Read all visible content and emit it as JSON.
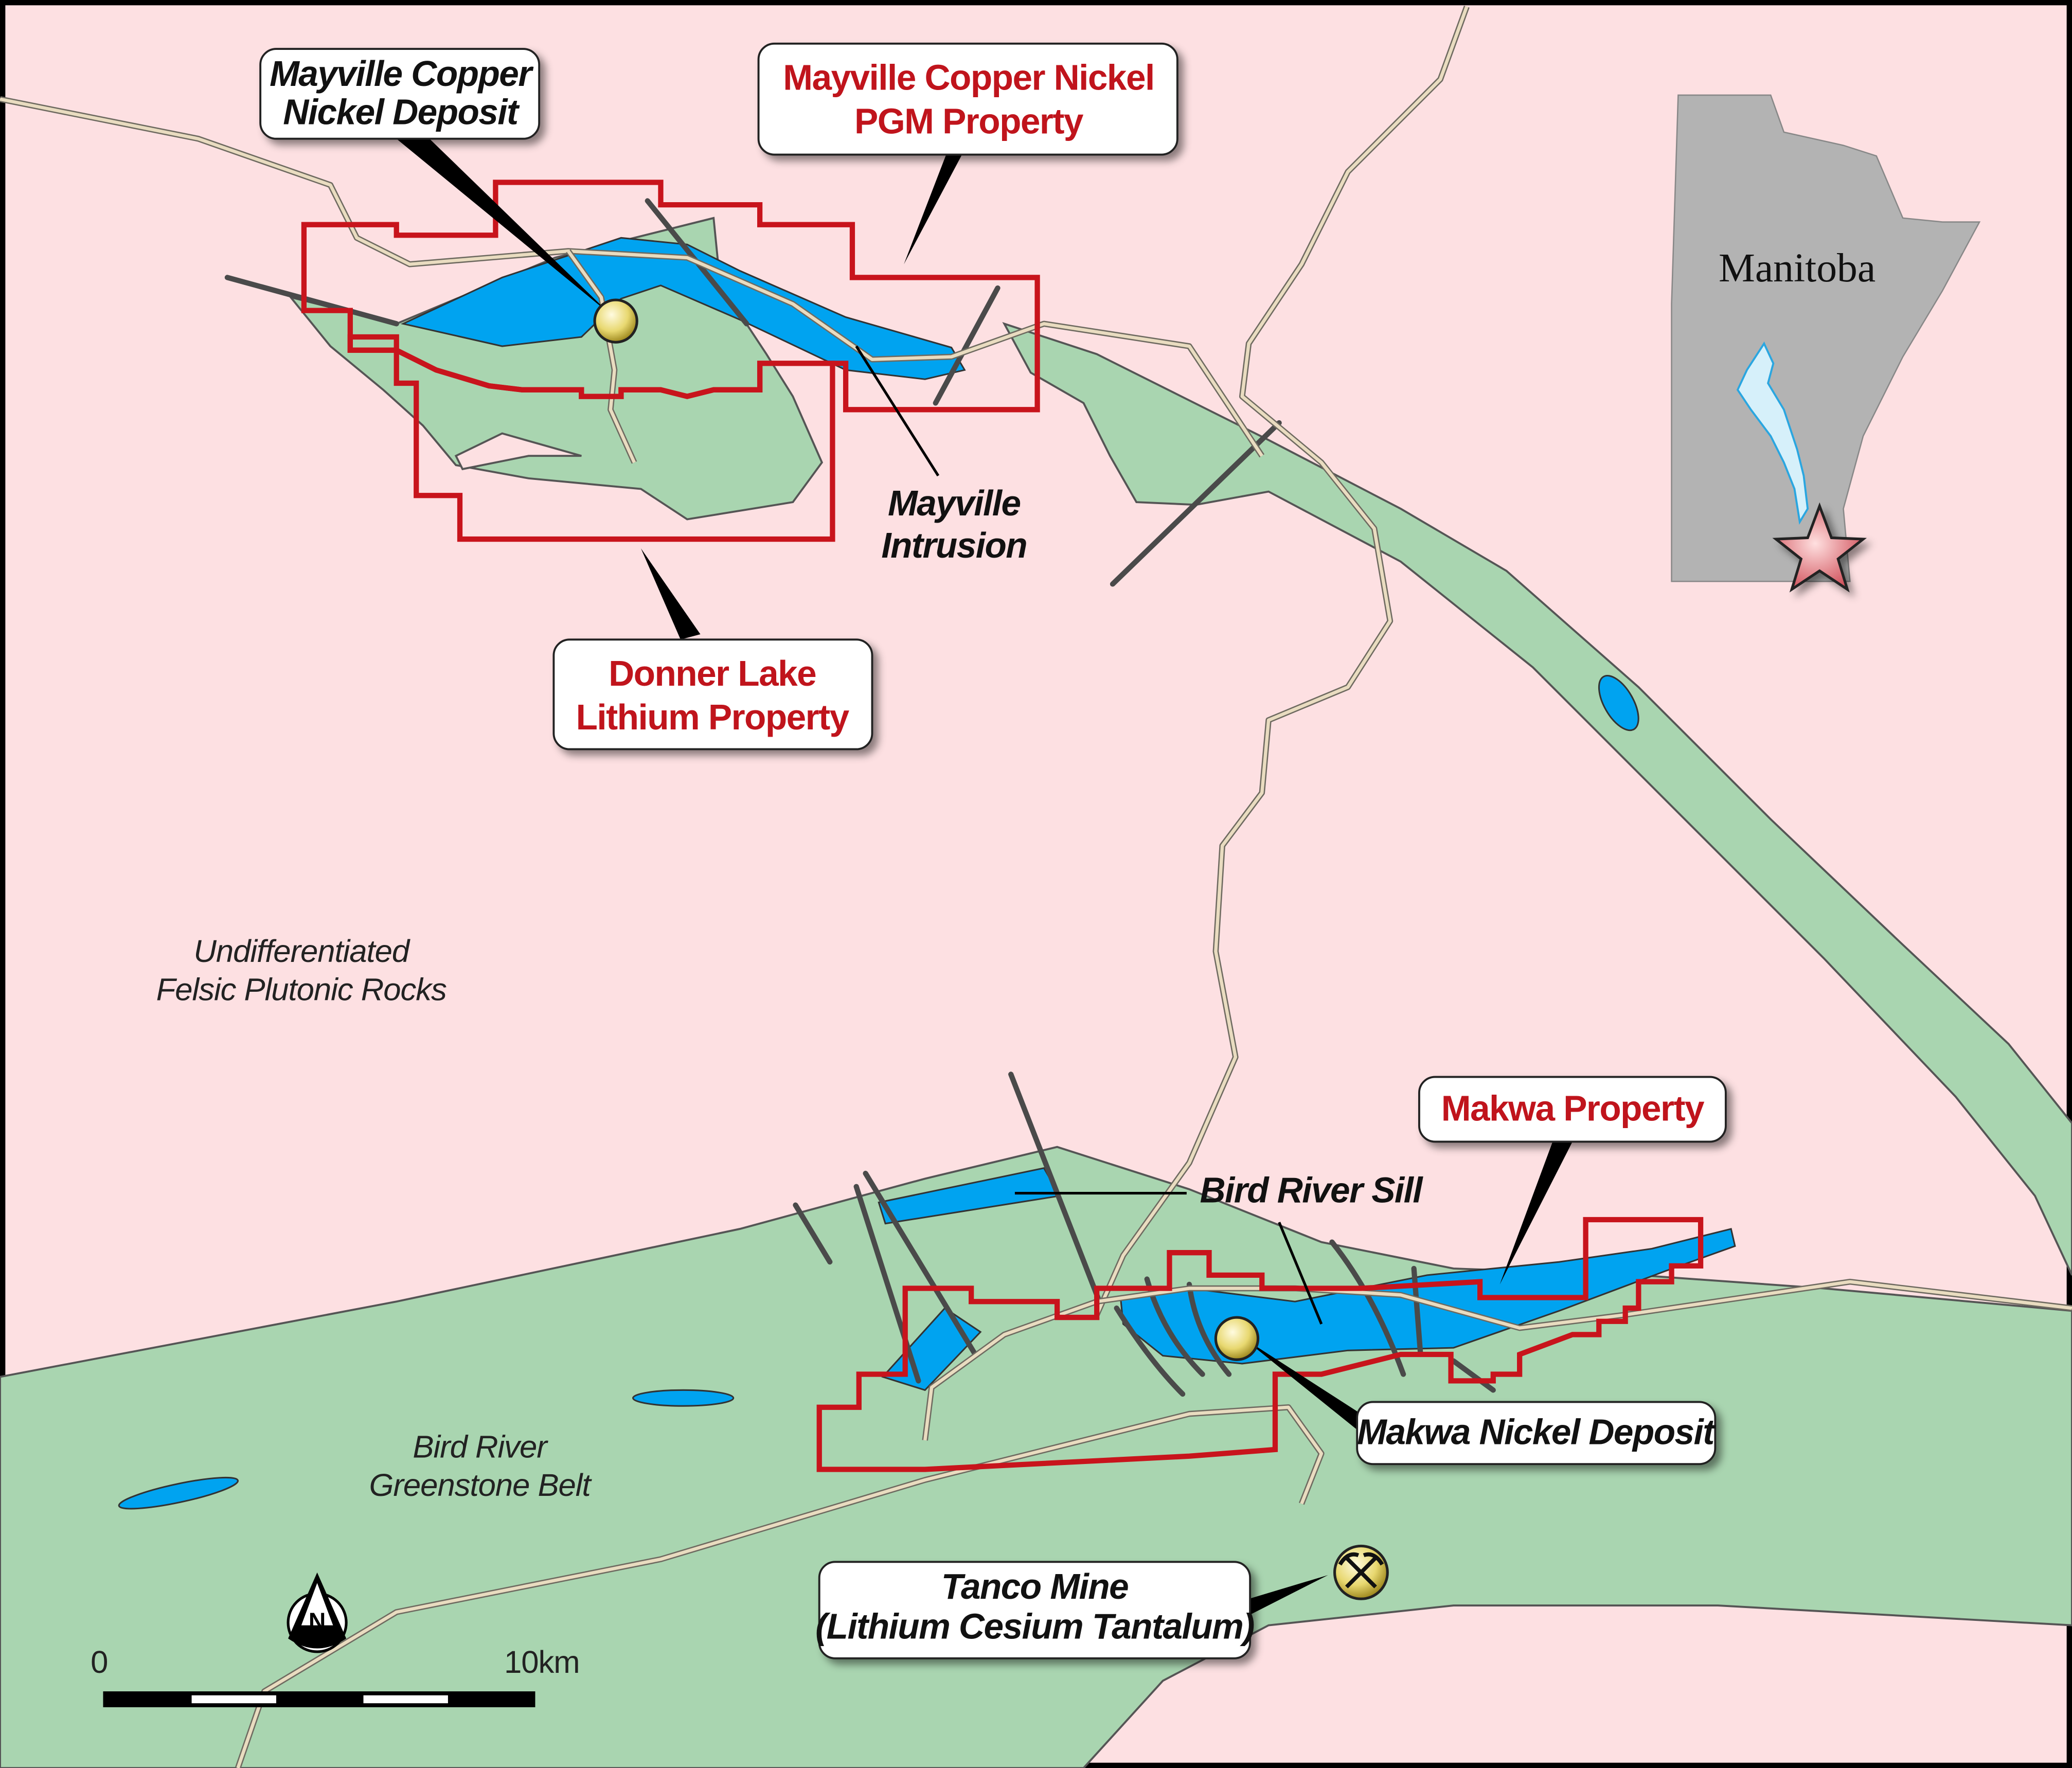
{
  "map": {
    "labels": {
      "mayville_deposit": [
        "Mayville Copper",
        "Nickel Deposit"
      ],
      "mayville_property": [
        "Mayville Copper Nickel",
        "PGM Property"
      ],
      "donner_property": [
        "Donner Lake",
        "Lithium Property"
      ],
      "mayville_intrusion": [
        "Mayville",
        "Intrusion"
      ],
      "felsic": [
        "Undifferentiated",
        "Felsic Plutonic Rocks"
      ],
      "greenstone": [
        "Bird River",
        "Greenstone Belt"
      ],
      "bird_river_sill": "Bird River Sill",
      "makwa_property": "Makwa Property",
      "makwa_deposit": "Makwa Nickel Deposit",
      "tanco": [
        "Tanco Mine",
        "(Lithium Cesium Tantalum)"
      ]
    },
    "inset": {
      "title": "Manitoba",
      "marker_icon": "star-icon"
    },
    "scale": {
      "start": "0",
      "end": "10km"
    },
    "north": "N",
    "colors": {
      "background": "#fde0e2",
      "greenstone": "#a9d5b0",
      "intrusion": "#00a3f0",
      "property": "#c8141c",
      "deposit": "#e8d870",
      "inset": "#b3b3b3"
    }
  }
}
